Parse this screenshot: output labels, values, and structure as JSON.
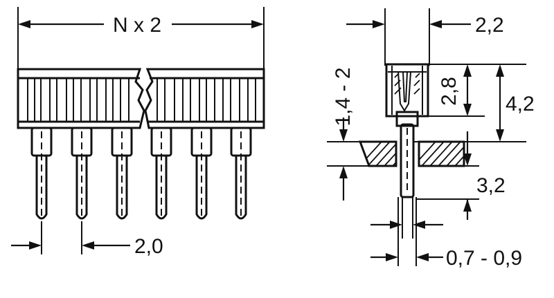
{
  "dimensions": {
    "width_label": "N x 2",
    "pitch_label": "2,0",
    "body_width_label": "2,2",
    "socket_depth_label": "2,8",
    "body_height_label": "4,2",
    "board_thickness_label": "1,4 - 2",
    "pin_protrusion_label": "3,2",
    "pin_diameter_label": "0,7 - 0,9"
  },
  "colors": {
    "ink": "#111111",
    "background": "#ffffff"
  }
}
